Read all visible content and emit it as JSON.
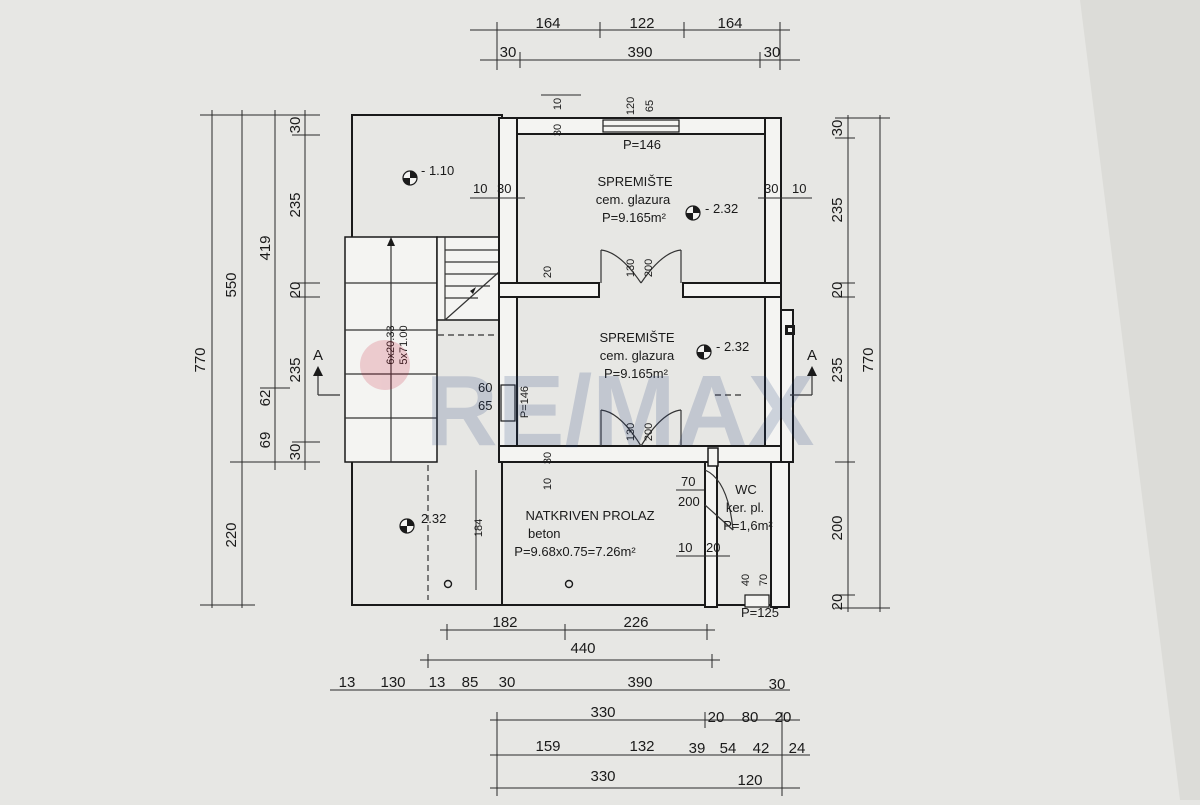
{
  "rooms": [
    {
      "name": "SPREMIŠTE",
      "finish": "cem. glazura",
      "area": "P=9.165m²"
    },
    {
      "name": "SPREMIŠTE",
      "finish": "cem. glazura",
      "area": "P=9.165m²"
    },
    {
      "name": "NATKRIVEN PROLAZ",
      "finish": "beton",
      "area": "P=9.68x0.75=7.26m²"
    },
    {
      "name": "WC",
      "finish": "ker. pl.",
      "area": "P=1,6m²"
    }
  ],
  "levels": [
    "- 1.10",
    "- 2.32",
    "- 2.32",
    "2.32"
  ],
  "section_marker": "A",
  "watermark": "RE/MAX",
  "stair_labels": [
    "6x20.33",
    "5x71.00"
  ],
  "top_dims": {
    "row1": [
      "164",
      "122",
      "164"
    ],
    "row2": [
      "30",
      "390",
      "30"
    ]
  },
  "bottom_dims": {
    "row1": [
      "182",
      "226"
    ],
    "row2": [
      "440"
    ],
    "row3": [
      "13",
      "130",
      "13",
      "85",
      "30",
      "390",
      "30"
    ],
    "row4": [
      "330",
      "20",
      "80",
      "20"
    ],
    "row5": [
      "159",
      "132",
      "39",
      "54",
      "42",
      "24"
    ],
    "row6": [
      "330",
      "120"
    ]
  },
  "left_dims": {
    "outer": [
      "770"
    ],
    "col2": [
      "550",
      "220"
    ],
    "col3": [
      "419",
      "62",
      "69"
    ],
    "col4": [
      "30",
      "235",
      "20",
      "235",
      "30"
    ]
  },
  "right_dims": {
    "col1": [
      "30",
      "235",
      "20",
      "235",
      "200",
      "20"
    ],
    "col2": [
      "770"
    ]
  },
  "inner_dims": [
    "10",
    "30",
    "120",
    "65",
    "P=146",
    "10",
    "30",
    "30",
    "10",
    "20",
    "130",
    "200",
    "60",
    "65",
    "P=146",
    "130",
    "200",
    "10",
    "30",
    "70",
    "200",
    "184",
    "10",
    "20",
    "40",
    "70",
    "P=125"
  ]
}
